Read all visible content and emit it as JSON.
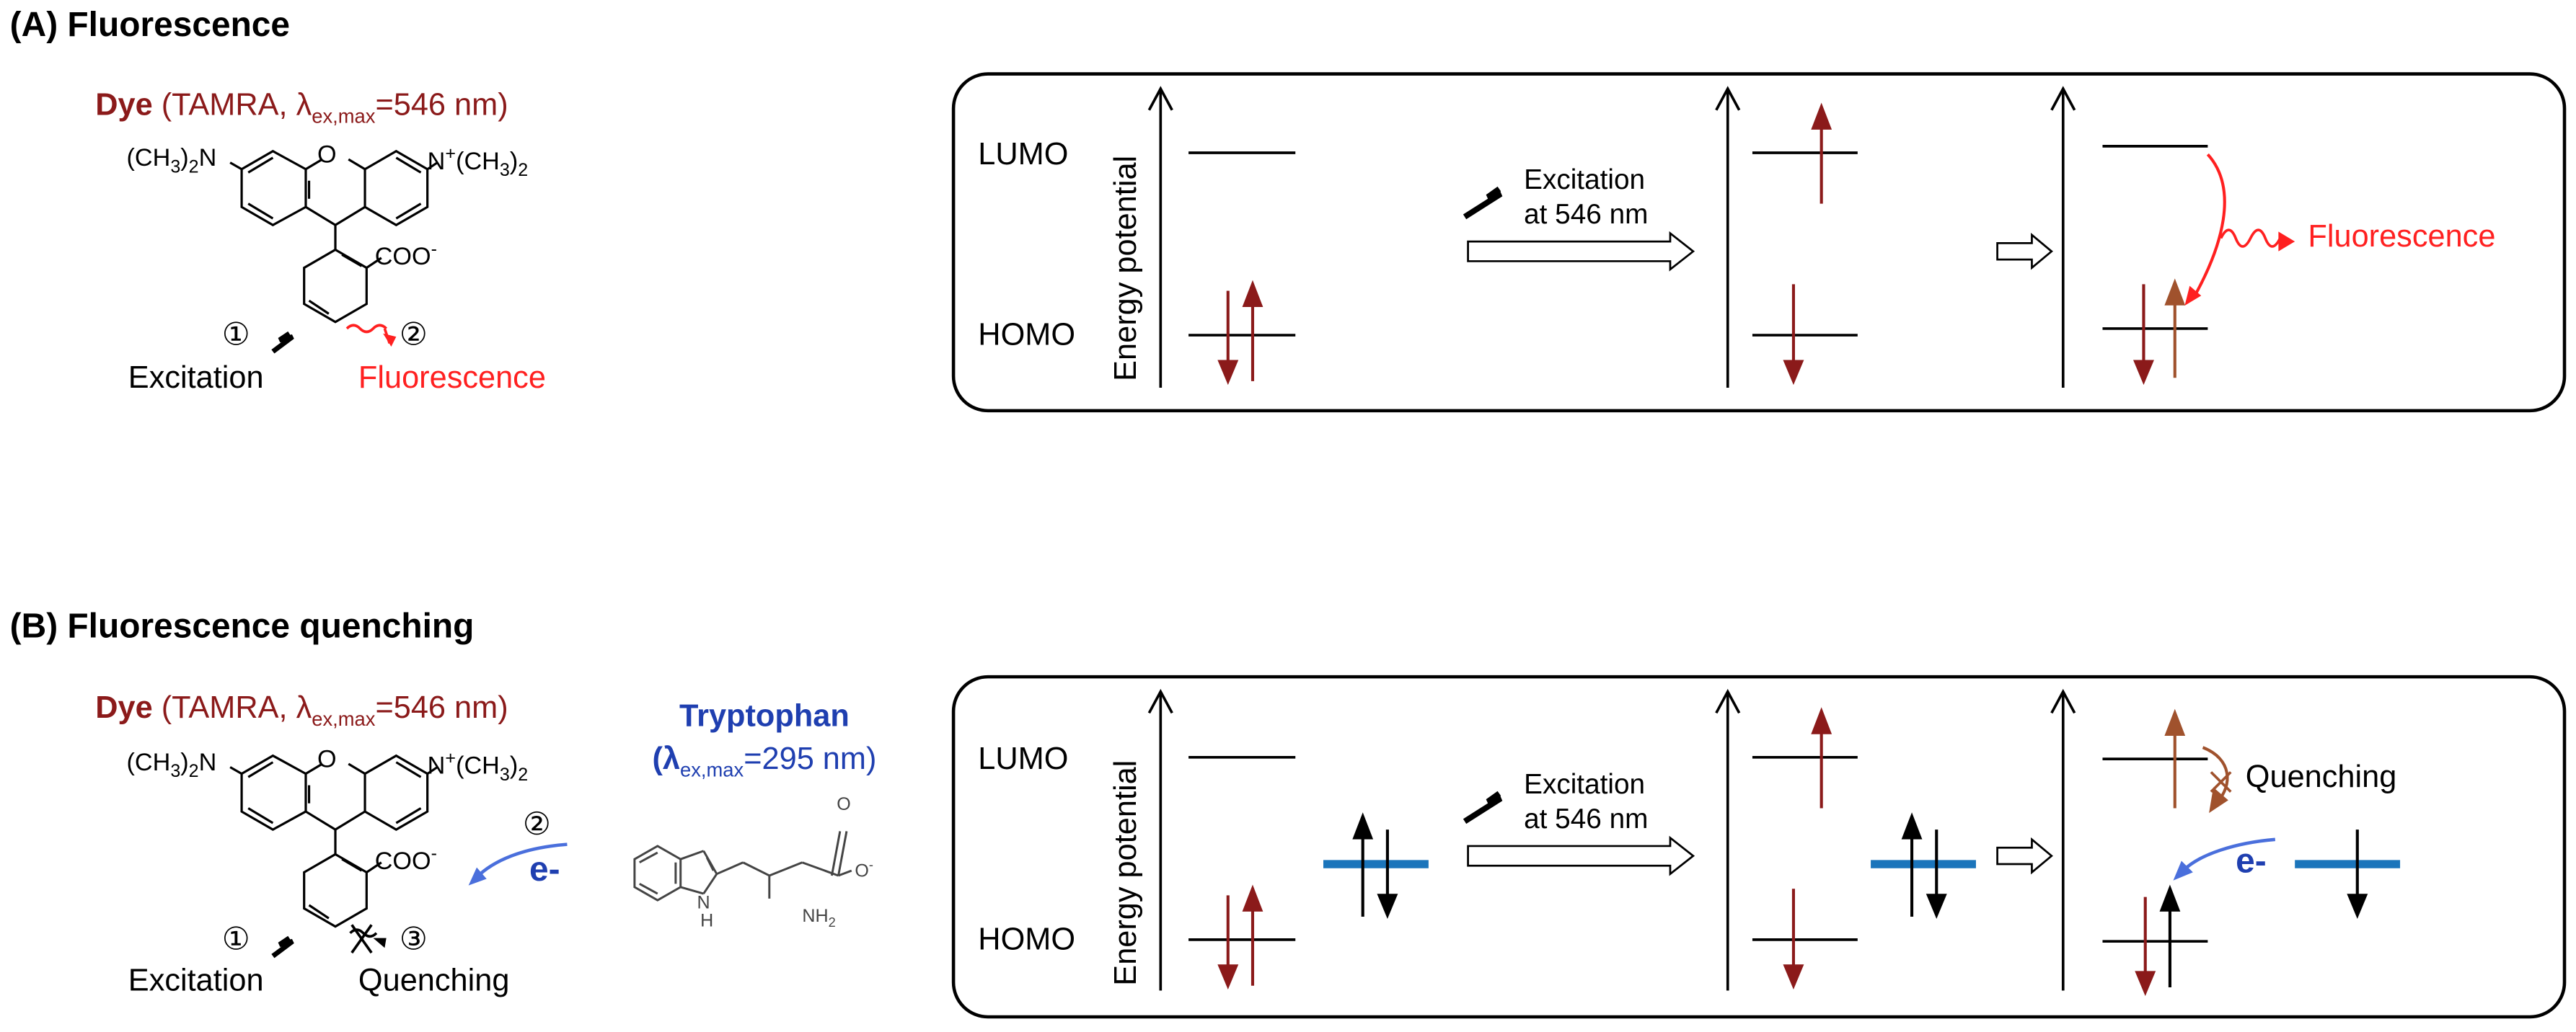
{
  "sectionA": {
    "title": "(A) Fluorescence",
    "dye_bold": "Dye",
    "dye_rest_prefix": " (TAMRA, λ",
    "dye_sub": "ex,max",
    "dye_rest_suffix": "=546 nm)",
    "left_amine": "(CH",
    "left_amine_sub": "3",
    "left_amine_end": ")",
    "left_amine_sub2": "2",
    "left_amine_n": "N",
    "right_amine": "N",
    "right_amine_sup": "+",
    "right_amine_rest": "(CH",
    "right_amine_sub": "3",
    "right_amine_end": ")",
    "right_amine_sub2": "2",
    "ring_o": "O",
    "carboxylate": "COO",
    "carboxylate_sup": "-",
    "step1": "①",
    "step2": "②",
    "excitation": "Excitation",
    "fluorescence": "Fluorescence",
    "lumo": "LUMO",
    "homo": "HOMO",
    "energy_axis": "Energy potential",
    "excitation_line1": "Excitation",
    "excitation_line2": "at 546 nm",
    "fluorescence_right": "Fluorescence"
  },
  "sectionB": {
    "title": "(B) Fluorescence quenching",
    "dye_bold": "Dye",
    "dye_rest_prefix": " (TAMRA, λ",
    "dye_sub": "ex,max",
    "dye_rest_suffix": "=546 nm)",
    "left_amine": "(CH",
    "left_amine_sub": "3",
    "left_amine_end": ")",
    "left_amine_sub2": "2",
    "left_amine_n": "N",
    "right_amine": "N",
    "right_amine_sup": "+",
    "right_amine_rest": "(CH",
    "right_amine_sub": "3",
    "right_amine_end": ")",
    "right_amine_sub2": "2",
    "ring_o": "O",
    "carboxylate": "COO",
    "carboxylate_sup": "-",
    "tryptophan": "Tryptophan",
    "trp_prefix": "(λ",
    "trp_sub": "ex,max",
    "trp_suffix": "=295 nm)",
    "trp_nh": "H",
    "trp_n": "N",
    "trp_nh2": "NH",
    "trp_nh2_sub": "2",
    "trp_o": "O",
    "trp_o_minus": "O",
    "trp_o_sup": "-",
    "step1": "①",
    "step2": "②",
    "step3": "③",
    "e_minus": "e-",
    "excitation": "Excitation",
    "quenching": "Quenching",
    "lumo": "LUMO",
    "homo": "HOMO",
    "energy_axis": "Energy potential",
    "excitation_line1": "Excitation",
    "excitation_line2": "at 546 nm",
    "quenching_right": "Quenching",
    "e_minus_right": "e-"
  },
  "colors": {
    "dark_red": "#8b1a1a",
    "red": "#ff2020",
    "brown": "#a0522d",
    "blue_level": "#1b75bb",
    "blue_text": "#1f3fb0",
    "arrow_blue": "#4a6fdc"
  }
}
